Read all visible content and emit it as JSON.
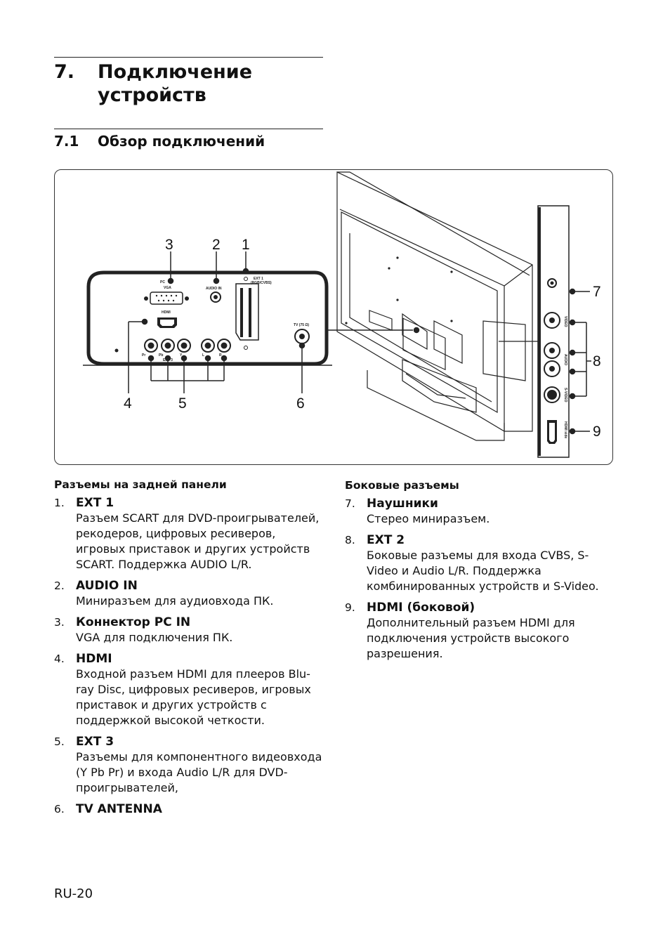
{
  "chapter": {
    "number": "7.",
    "title": "Подключение устройств"
  },
  "section": {
    "number": "7.1",
    "title": "Обзор подключений"
  },
  "figure": {
    "callouts": [
      "1",
      "2",
      "3",
      "4",
      "5",
      "6",
      "7",
      "8",
      "9"
    ],
    "panel_labels": {
      "vga": "VGA",
      "pc": "PC",
      "audio_in": "AUDIO IN",
      "ext1": "EXT 1",
      "ext1_sub": "(RGB/CVBS)",
      "hdmi": "HDMI",
      "ext3": "EXT 3",
      "tv": "TV (75 Ω)",
      "pr": "Pr",
      "pb": "Pb",
      "y": "Y",
      "l": "L",
      "r": "R",
      "video": "VIDEO",
      "audio": "AUDIO",
      "s_video": "S-VIDEO",
      "hdmi_side": "HDMI side"
    }
  },
  "left": {
    "title": "Разъемы на задней панели",
    "items": [
      {
        "n": "1.",
        "title": "EXT 1",
        "desc": "Разъем SCART для DVD-проигрывателей, рекодеров, цифровых ресиверов, игровых приставок и других устройств SCART. Поддержка AUDIO L/R."
      },
      {
        "n": "2.",
        "title": "AUDIO IN",
        "desc": "Миниразъем для аудиовхода ПК."
      },
      {
        "n": "3.",
        "title": "Коннектор PC IN",
        "desc": "VGA для подключения ПК."
      },
      {
        "n": "4.",
        "title": "HDMI",
        "desc": "Входной разъем HDMI для плееров Blu-ray Disc, цифровых ресиверов, игровых приставок и других устройств с поддержкой высокой четкости."
      },
      {
        "n": "5.",
        "title": "EXT 3",
        "desc": "Разъемы для компонентного видеовхода (Y Pb Pr) и входа Audio L/R для DVD-проигрывателей,"
      },
      {
        "n": "6.",
        "title": "TV ANTENNA",
        "desc": ""
      }
    ]
  },
  "right": {
    "title": "Боковые разъемы",
    "items": [
      {
        "n": "7.",
        "title": "Наушники",
        "desc": "Стерео миниразъем."
      },
      {
        "n": "8.",
        "title": "EXT 2",
        "desc": "Боковые разъемы для входа CVBS, S-Video и Audio L/R. Поддержка комбинированных устройств и S-Video."
      },
      {
        "n": "9.",
        "title": "HDMI (боковой)",
        "desc": "Дополнительный разъем HDMI для подключения устройств высокого разрешения."
      }
    ]
  },
  "footer": {
    "page": "RU-20"
  }
}
